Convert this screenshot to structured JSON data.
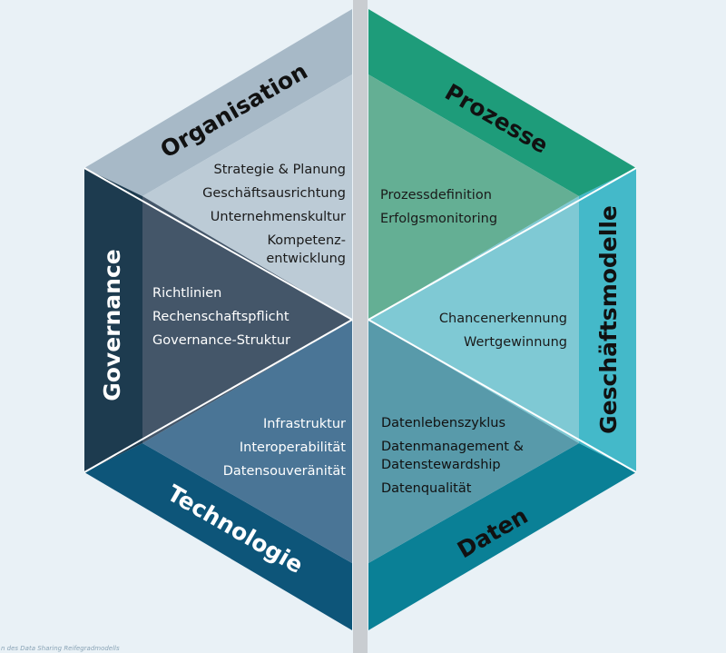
{
  "segments": {
    "organisation": {
      "title": "Organisation",
      "items": [
        "Strategie & Planung",
        "Geschäftsausrichtung",
        "Unternehmenskultur",
        "Kompetenz-",
        "entwicklung"
      ]
    },
    "prozesse": {
      "title": "Prozesse",
      "items": [
        "Prozessdefinition",
        "Erfolgsmonitoring"
      ]
    },
    "geschaeftsmodelle": {
      "title": "Geschäftsmodelle",
      "items": [
        "Chancenerkennung",
        "Wertgewinnung"
      ]
    },
    "daten": {
      "title": "Daten",
      "items": [
        "Datenlebenszyklus",
        "Datenmanagement &",
        "Datenstewardship",
        "Datenqualität"
      ]
    },
    "technologie": {
      "title": "Technologie",
      "items": [
        "Infrastruktur",
        "Interoperabilität",
        "Datensouveränität"
      ]
    },
    "governance": {
      "title": "Governance",
      "items": [
        "Richtlinien",
        "Rechenschaftspflicht",
        "Governance-Struktur"
      ]
    }
  },
  "caption": "n des Data Sharing Reifegradmodells",
  "colors": {
    "organisation_outer": "#a7b9c7",
    "organisation_inner": "#bccbd6",
    "prozesse_outer": "#1e9c7a",
    "prozesse_inner": "#64af94",
    "geschaeftsmodelle_outer": "#44b9c9",
    "geschaeftsmodelle_inner": "#7fc9d4",
    "daten_outer": "#0a8096",
    "daten_inner": "#589aaa",
    "technologie_outer": "#0d5579",
    "technologie_inner": "#4a7596",
    "governance_outer": "#1d3b4f",
    "governance_inner": "#445669",
    "divider": "#c9cdd1",
    "background": "#e9f1f6"
  }
}
